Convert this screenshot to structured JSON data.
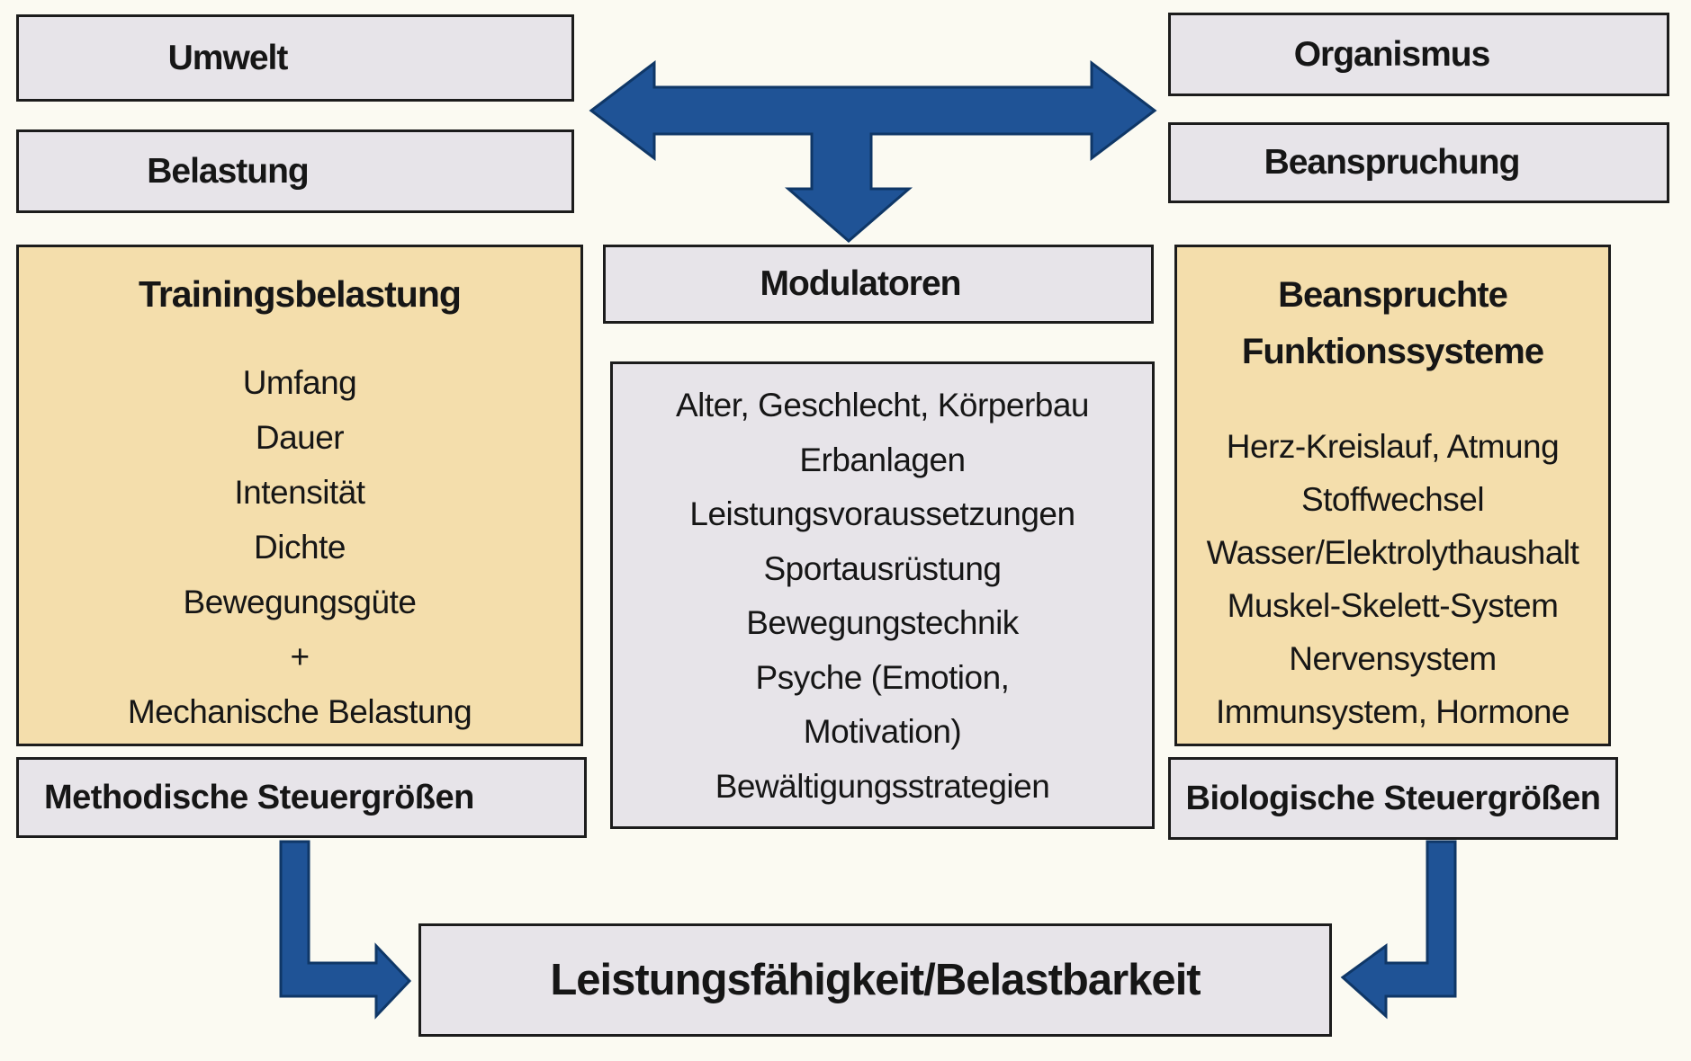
{
  "colors": {
    "background": "#fbfaf2",
    "box_gray": "#e7e4e9",
    "box_tan": "#f4deac",
    "arrow_blue": "#1f5396",
    "border_black": "#1c1c1c"
  },
  "top_left": {
    "box1": "Umwelt",
    "box2": "Belastung"
  },
  "top_right": {
    "box1": "Organismus",
    "box2": "Beanspruchung"
  },
  "left_column": {
    "title": "Trainingsbelastung",
    "items": [
      "Umfang",
      "Dauer",
      "Intensität",
      "Dichte",
      "Bewegungsgüte",
      "+",
      "Mechanische Belastung"
    ],
    "footer": "Methodische Steuergrößen"
  },
  "middle_column": {
    "header": "Modulatoren",
    "lines": [
      "Alter, Geschlecht, Körperbau",
      "Erbanlagen",
      "Leistungsvoraussetzungen",
      "Sportausrüstung",
      "Bewegungstechnik",
      "Psyche (Emotion,",
      "Motivation)",
      "Bewältigungsstrategien"
    ]
  },
  "right_column": {
    "title_line1": "Beanspruchte",
    "title_line2": "Funktionssysteme",
    "items": [
      "Herz-Kreislauf, Atmung",
      "Stoffwechsel",
      "Wasser/Elektrolythaushalt",
      "Muskel-Skelett-System",
      "Nervensystem",
      "Immunsystem, Hormone"
    ],
    "footer": "Biologische Steuergrößen"
  },
  "bottom": {
    "label": "Leistungsfähigkeit/Belastbarkeit"
  }
}
